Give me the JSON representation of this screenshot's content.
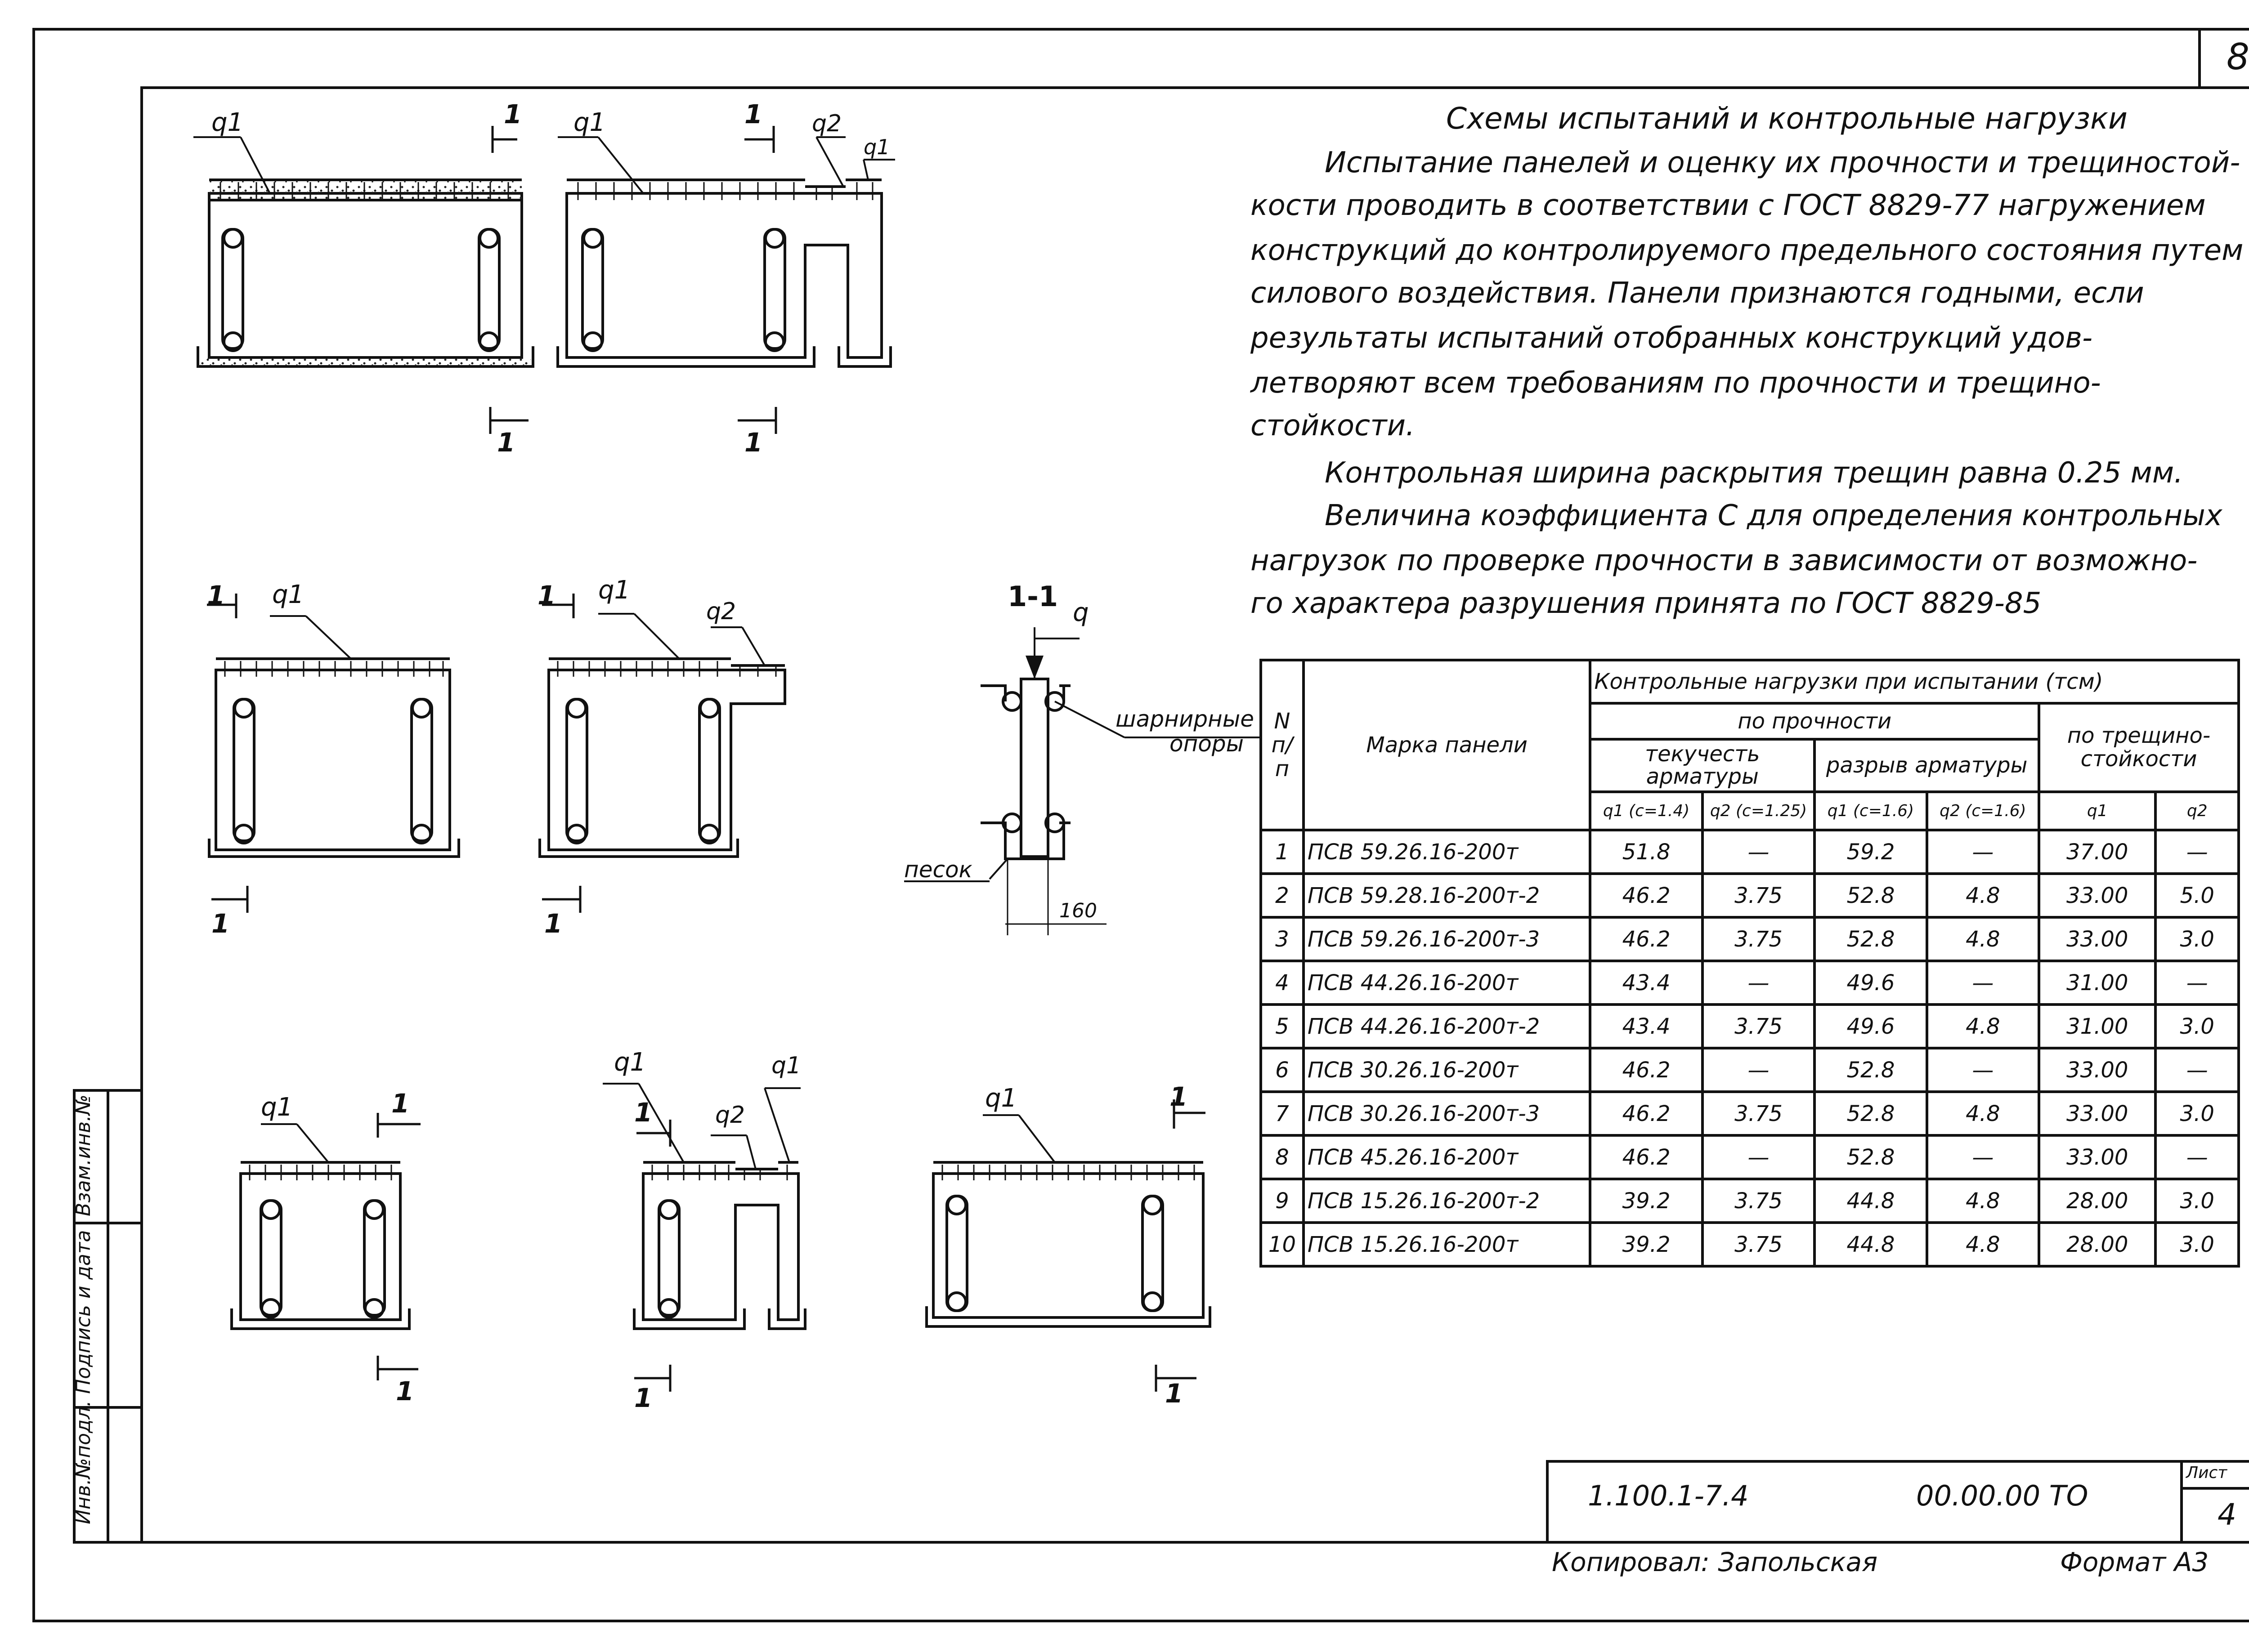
{
  "sheet": {
    "page_number": "8"
  },
  "text": {
    "title": "Схемы испытаний и контрольные нагрузки",
    "lines": [
      "Испытание панелей и оценку их прочности и трещиностой-",
      "кости проводить в соответствии с ГОСТ 8829-77 нагружением",
      "конструкций до контролируемого предельного состояния путем",
      "силового воздействия. Панели признаются годными, если",
      "результаты испытаний отобранных конструкций удов-",
      "летворяют всем требованиям по прочности и трещино-",
      "стойкости."
    ],
    "line2": "Контрольная ширина раскрытия трещин равна 0.25 мм.",
    "line3": [
      "Величина коэффициента С для определения контрольных",
      "нагрузок по проверке прочности в зависимости от возможно-",
      "го характера разрушения принята по ГОСТ 8829-85"
    ]
  },
  "labels": {
    "q1": "q1",
    "q2": "q2",
    "q": "q",
    "section_mark": "1",
    "section_title": "1-1",
    "supports": [
      "шарнирные",
      "опоры"
    ],
    "sand": "песок",
    "dim_160": "160"
  },
  "table": {
    "header_main": "Контрольные нагрузки при испытании (тсм)",
    "header_strength": "по прочности",
    "header_yield": "текучесть арматуры",
    "header_rupture": "разрыв арматуры",
    "header_crack": "по трещино-стойкости",
    "header_num": "N п/п",
    "header_mark": "Марка панели",
    "sub": [
      "q1 (с=1.4)",
      "q2 (с=1.25)",
      "q1 (с=1.6)",
      "q2 (с=1.6)",
      "q1",
      "q2"
    ],
    "rows": [
      [
        "1",
        "ПСВ 59.26.16-200т",
        "51.8",
        "—",
        "59.2",
        "—",
        "37.00",
        "—"
      ],
      [
        "2",
        "ПСВ 59.28.16-200т-2",
        "46.2",
        "3.75",
        "52.8",
        "4.8",
        "33.00",
        "5.0"
      ],
      [
        "3",
        "ПСВ 59.26.16-200т-3",
        "46.2",
        "3.75",
        "52.8",
        "4.8",
        "33.00",
        "3.0"
      ],
      [
        "4",
        "ПСВ 44.26.16-200т",
        "43.4",
        "—",
        "49.6",
        "—",
        "31.00",
        "—"
      ],
      [
        "5",
        "ПСВ 44.26.16-200т-2",
        "43.4",
        "3.75",
        "49.6",
        "4.8",
        "31.00",
        "3.0"
      ],
      [
        "6",
        "ПСВ 30.26.16-200т",
        "46.2",
        "—",
        "52.8",
        "—",
        "33.00",
        "—"
      ],
      [
        "7",
        "ПСВ 30.26.16-200т-3",
        "46.2",
        "3.75",
        "52.8",
        "4.8",
        "33.00",
        "3.0"
      ],
      [
        "8",
        "ПСВ 45.26.16-200т",
        "46.2",
        "—",
        "52.8",
        "—",
        "33.00",
        "—"
      ],
      [
        "9",
        "ПСВ 15.26.16-200т-2",
        "39.2",
        "3.75",
        "44.8",
        "4.8",
        "28.00",
        "3.0"
      ],
      [
        "10",
        "ПСВ 15.26.16-200т",
        "39.2",
        "3.75",
        "44.8",
        "4.8",
        "28.00",
        "3.0"
      ]
    ]
  },
  "stamp": {
    "code": "1.100.1-7.4",
    "doc": "00.00.00 ТО",
    "sheet_label": "Лист",
    "sheet_no": "4"
  },
  "footer": {
    "copied": "Копировал: Запольская",
    "format": "Формат А3"
  },
  "side_stamp": [
    "Инв.№подл.",
    "Подпись и дата",
    "Взам.инв.№"
  ]
}
